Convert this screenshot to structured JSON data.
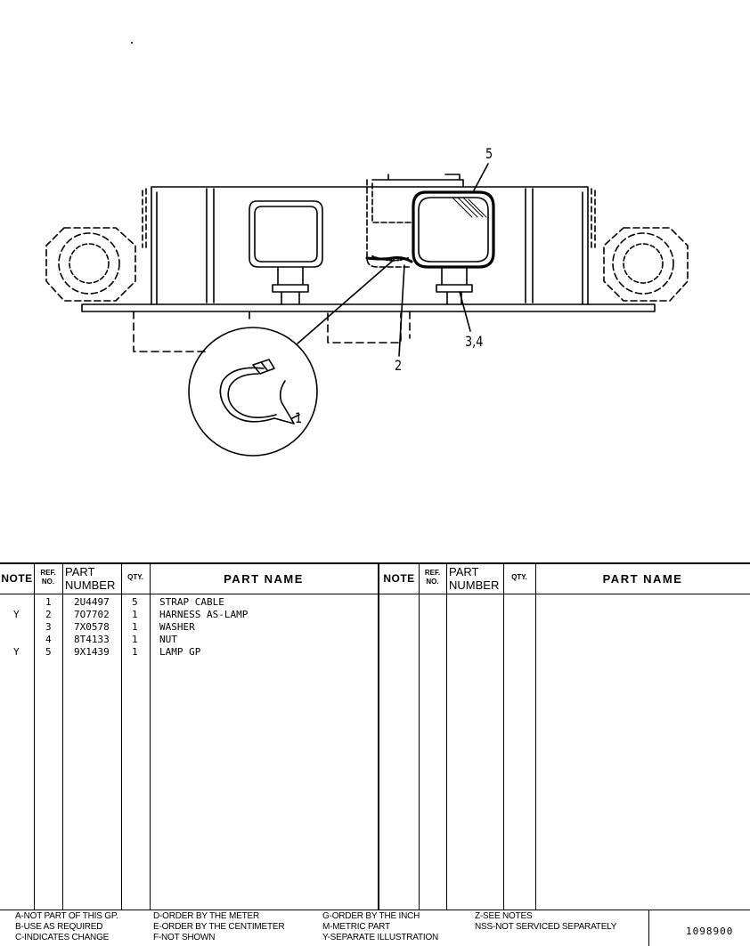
{
  "diagram": {
    "callouts": [
      "5",
      "2",
      "3,4",
      "1"
    ]
  },
  "parts_table": {
    "headers": {
      "note": "NOTE",
      "ref_no_line1": "REF.",
      "ref_no_line2": "NO.",
      "part_number_line1": "PART",
      "part_number_line2": "NUMBER",
      "qty": "QTY.",
      "part_name": "PART NAME"
    },
    "rows": [
      {
        "note": "",
        "ref": "1",
        "part_number": "2U4497",
        "qty": "5",
        "name": "STRAP CABLE"
      },
      {
        "note": "Y",
        "ref": "2",
        "part_number": "7O7702",
        "qty": "1",
        "name": "HARNESS AS-LAMP"
      },
      {
        "note": "",
        "ref": "3",
        "part_number": "7X0578",
        "qty": "1",
        "name": "WASHER"
      },
      {
        "note": "",
        "ref": "4",
        "part_number": "8T4133",
        "qty": "1",
        "name": "NUT"
      },
      {
        "note": "Y",
        "ref": "5",
        "part_number": "9X1439",
        "qty": "1",
        "name": "LAMP GP"
      }
    ]
  },
  "legend": {
    "col1": [
      "A-NOT PART OF THIS GP.",
      "B-USE AS REQUIRED",
      "C-INDICATES CHANGE"
    ],
    "col2": [
      "D-ORDER BY THE METER",
      "E-ORDER BY THE CENTIMETER",
      "F-NOT SHOWN"
    ],
    "col3": [
      "G-ORDER BY THE INCH",
      "M-METRIC PART",
      "Y-SEPARATE ILLUSTRATION"
    ],
    "col4": [
      "Z-SEE NOTES",
      "NSS-NOT SERVICED SEPARATELY"
    ]
  },
  "illustration_number": "1098900"
}
